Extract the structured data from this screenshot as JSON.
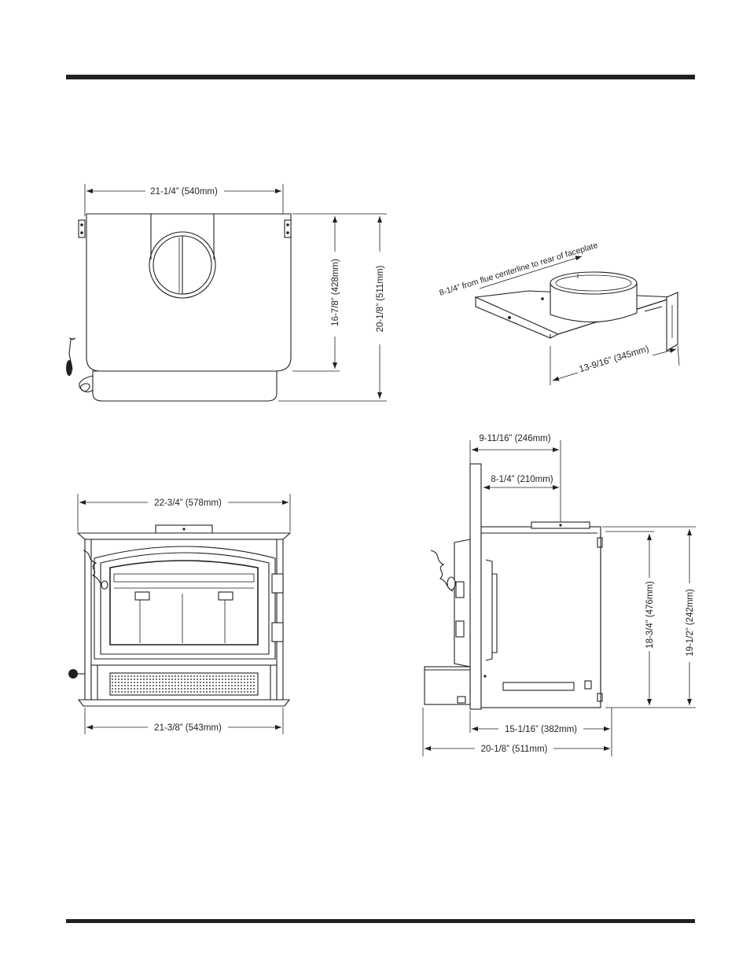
{
  "dimensions": {
    "top_view": {
      "width": "21-1/4” (540mm)",
      "depth_body": "16-7/8” (428mm)",
      "depth_total": "20-1/8” (511mm)"
    },
    "flue_bracket": {
      "offset": "8-1/4” from flue centerline to rear of faceplate",
      "width": "13-9/16” (345mm)"
    },
    "front_view": {
      "top_width": "22-3/4” (578mm)",
      "bottom_width": "21-3/8” (543mm)"
    },
    "side_view": {
      "flue_to_front": "9-11/16” (246mm)",
      "flue_to_faceplate": "8-1/4” (210mm)",
      "body_height": "18-3/4” (476mm)",
      "total_height": "19-1/2” (242mm)",
      "body_depth": "15-1/16” (382mm)",
      "total_depth": "20-1/8” (511mm)"
    }
  }
}
